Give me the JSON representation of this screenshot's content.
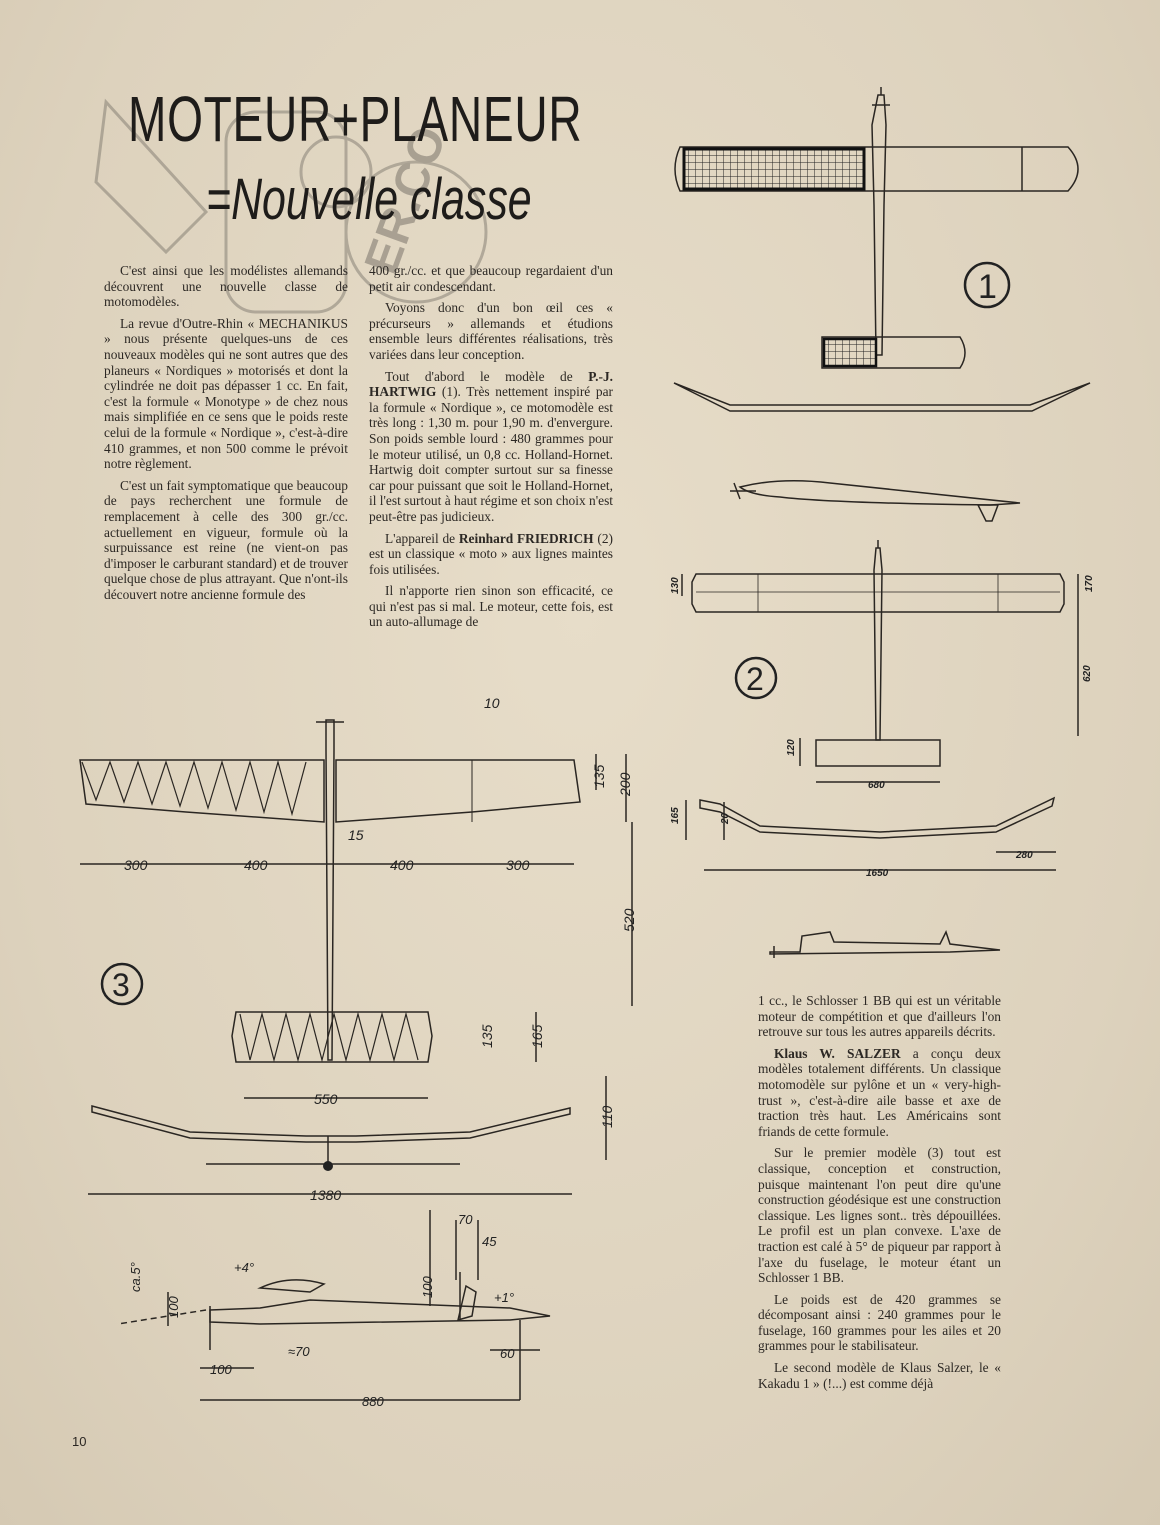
{
  "title": {
    "line1": "MOTEUR+PLANEUR",
    "line2": "=Nouvelle classe"
  },
  "columns": {
    "col1": [
      "C'est ainsi que les modélistes allemands découvrent une nouvelle classe de motomodèles.",
      "La revue d'Outre-Rhin « MECHANIKUS » nous présente quelques-uns de ces nouveaux modèles qui ne sont autres que des planeurs « Nordiques » motorisés et dont la cylindrée ne doit pas dépasser 1 cc. En fait, c'est la formule « Monotype » de chez nous mais simplifiée en ce sens que le poids reste celui de la formule « Nordique », c'est-à-dire 410 grammes, et non 500 comme le prévoit notre règlement.",
      "C'est un fait symptomatique que beaucoup de pays recherchent une formule de remplacement à celle des 300 gr./cc. actuellement en vigueur, formule où la surpuissance est reine (ne vient-on pas d'imposer le carburant standard) et de trouver quelque chose de plus attrayant. Que n'ont-ils découvert notre ancienne formule des"
    ],
    "col2": {
      "p1": "400 gr./cc. et que beaucoup regardaient d'un petit air condescendant.",
      "p2": "Voyons donc d'un bon œil ces « précurseurs » allemands et étudions ensemble leurs différentes réalisations, très variées dans leur conception.",
      "p3_pre": "Tout d'abord le modèle de ",
      "p3_name": "P.-J. HARTWIG",
      "p3_post": " (1). Très nettement inspiré par la formule « Nordique », ce motomodèle est très long : 1,30 m. pour 1,90 m. d'envergure. Son poids semble lourd : 480 grammes pour le moteur utilisé, un 0,8 cc. Holland-Hornet. Hartwig doit compter surtout sur sa finesse car pour puissant que soit le Holland-Hornet, il l'est surtout à haut régime et son choix n'est peut-être pas judicieux.",
      "p4_pre": "L'appareil de ",
      "p4_name": "Reinhard FRIEDRICH",
      "p4_post": " (2) est un classique « moto » aux lignes maintes fois utilisées.",
      "p5": "Il n'apporte rien sinon son efficacité, ce qui n'est pas si mal. Le moteur, cette fois, est un auto-allumage de"
    },
    "col3": {
      "p1": "1 cc., le Schlosser 1 BB qui est un véritable moteur de compétition et que d'ailleurs l'on retrouve sur tous les autres appareils décrits.",
      "p2_name": "Klaus W. SALZER",
      "p2_post": " a conçu deux modèles totalement différents. Un classique motomodèle sur pylône et un « very-high-trust », c'est-à-dire aile basse et axe de traction très haut. Les Américains sont friands de cette formule.",
      "p3": "Sur le premier modèle (3) tout est classique, conception et construction, puisque maintenant l'on peut dire qu'une construction géodésique est une construction classique. Les lignes sont.. très dépouillées. Le profil est un plan convexe. L'axe de traction est calé à 5° de piqueur par rapport à l'axe du fuselage, le moteur étant un Schlosser 1 BB.",
      "p4": "Le poids est de 420 grammes se décomposant ainsi : 240 grammes pour le fuselage, 160 grammes pour les ailes et 20 grammes pour le stabilisateur.",
      "p5": "Le second modèle de Klaus Salzer, le « Kakadu 1 » (!...) est comme déjà"
    }
  },
  "figures": {
    "fig1_label": "1",
    "fig2_label": "2",
    "fig3_label": "3",
    "fig2_dims": {
      "d130": "130",
      "d170": "170",
      "d620": "620",
      "d120": "120",
      "d680": "680",
      "d165": "165",
      "d20": "20",
      "d280": "280",
      "d1650": "1650"
    },
    "fig3_dims": {
      "d10": "10",
      "d135a": "135",
      "d200": "200",
      "d15": "15",
      "d300a": "300",
      "d400a": "400",
      "d400b": "400",
      "d300b": "300",
      "d520": "520",
      "d135b": "135",
      "d165": "165",
      "d550": "550",
      "d110": "110",
      "d1380": "1380"
    },
    "side_dims": {
      "d70": "70",
      "d45": "45",
      "co5": "ca.5°",
      "plus4": "+4°",
      "plus1": "+1°",
      "d100a": "100",
      "d100b": "100",
      "d70b": "≈70",
      "d60": "60",
      "d100c": "100",
      "d880": "880"
    }
  },
  "watermark": {
    "text": "ER.CO"
  },
  "page_number": "10"
}
